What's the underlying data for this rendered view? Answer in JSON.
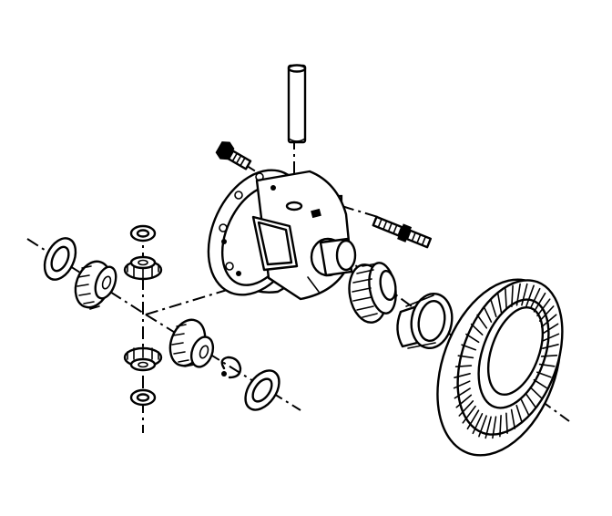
{
  "figure": {
    "type": "exploded-view-line-drawing",
    "colors": {
      "ink": "#000000",
      "paper": "#ffffff"
    },
    "parts": [
      {
        "id": "pinion-shaft",
        "icon": "cylinder-pin-icon"
      },
      {
        "id": "lock-bolt-left",
        "icon": "bolt-icon"
      },
      {
        "id": "lock-bolt-right",
        "icon": "bolt-icon"
      },
      {
        "id": "differential-case",
        "icon": "housing-icon"
      },
      {
        "id": "side-bearing-cone",
        "icon": "tapered-bearing-icon"
      },
      {
        "id": "bearing-race",
        "icon": "ring-icon"
      },
      {
        "id": "ring-gear",
        "icon": "ring-gear-icon"
      },
      {
        "id": "thrust-washer-left",
        "icon": "washer-icon"
      },
      {
        "id": "side-gear-left",
        "icon": "bevel-gear-icon"
      },
      {
        "id": "pinion-gear-upper",
        "icon": "bevel-gear-icon"
      },
      {
        "id": "pinion-washer-top",
        "icon": "washer-icon"
      },
      {
        "id": "side-gear-right",
        "icon": "bevel-gear-icon"
      },
      {
        "id": "pinion-gear-lower",
        "icon": "bevel-gear-icon"
      },
      {
        "id": "pinion-washer-bottom",
        "icon": "washer-icon"
      },
      {
        "id": "retaining-clip",
        "icon": "clip-icon"
      },
      {
        "id": "thrust-washer-right",
        "icon": "washer-icon"
      }
    ]
  }
}
